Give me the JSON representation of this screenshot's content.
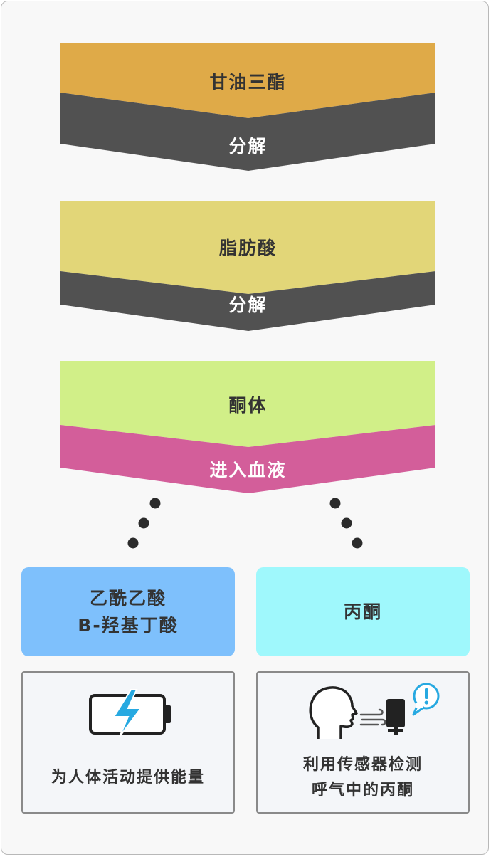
{
  "stages": {
    "triglyceride": "甘油三酯",
    "decompose_1": "分解",
    "fatty_acid": "脂肪酸",
    "decompose_2": "分解",
    "ketone_body": "酮体",
    "enter_blood": "进入血液"
  },
  "left_branch": {
    "line1": "乙酰乙酸",
    "line2": "B-羟基丁酸",
    "card_text": "为人体活动提供能量",
    "icon": "battery-charging-icon"
  },
  "right_branch": {
    "title": "丙酮",
    "card_line1": "利用传感器检测",
    "card_line2": "呼气中的丙酮",
    "icon": "breath-sensor-icon"
  },
  "colors": {
    "triglyceride": "#dfaa48",
    "fatty_acid": "#e2d678",
    "ketone_body": "#d1ef88",
    "decompose_band": "#515151",
    "blood_band": "#d35e9a",
    "left_box": "#7ec0fc",
    "right_box": "#9ff8fc",
    "accent": "#27a9e1"
  }
}
